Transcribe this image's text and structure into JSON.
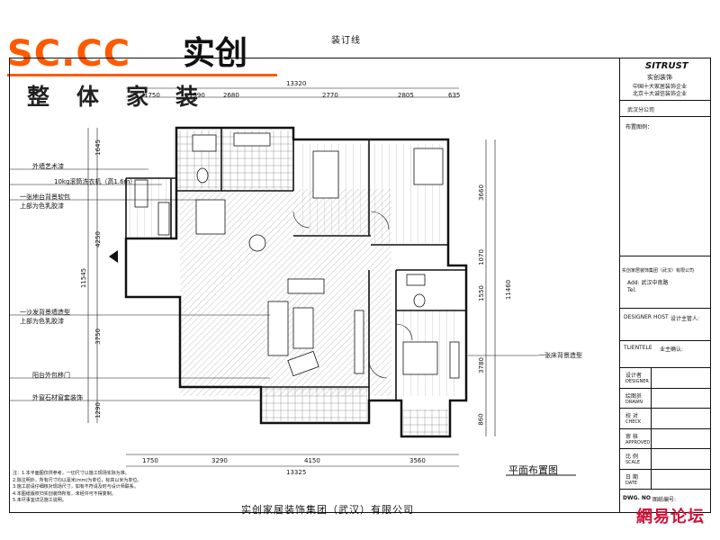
{
  "logo": {
    "text": "SC.CC",
    "chinese": "实创"
  },
  "slogan": "整体家装",
  "binding_line": "装订线",
  "title_block": {
    "brand": "SITRUST",
    "company_cn": "实创装饰",
    "motto_1": "中国十大家居装饰企业",
    "motto_2": "北京十大诚信装饰企业",
    "branch": "武汉分公司",
    "index_label": "布置图例：",
    "project_group": "实创家居装饰集团（武汉）有限公司",
    "address": "Add: 武汉中南路",
    "tel": "Tel:",
    "designer_host": "DESIGNER HOST",
    "designer_host_cn": "设计主管人:",
    "client_en": "TLIENTELE",
    "client_cn": "业主确认:",
    "rows": [
      {
        "cn": "设计者",
        "en": "DESIGNER"
      },
      {
        "cn": "绘图员",
        "en": "DRAWN"
      },
      {
        "cn": "校 对",
        "en": "CHECK"
      },
      {
        "cn": "审 核",
        "en": "APPROVED"
      },
      {
        "cn": "比 例",
        "en": "SCALE"
      },
      {
        "cn": "日 期",
        "en": "DATE"
      }
    ],
    "dwg_no": "DWG. NO",
    "dwg_no_cn": "图纸编号:"
  },
  "dimensions": {
    "top_overall": "13320",
    "top_segments": [
      "1750",
      "1590",
      "2680",
      "2770",
      "2805",
      "635"
    ],
    "bottom_segments": [
      "1750",
      "3290",
      "4150",
      "3560"
    ],
    "bottom_overall": "13325",
    "left_overall": "11545",
    "left_segments": [
      "1645",
      "4250",
      "3750",
      "1290"
    ],
    "right_overall": "11460",
    "right_segments": [
      "3660",
      "1070",
      "1550",
      "3780",
      "860"
    ]
  },
  "annotations": [
    "外墙艺术漆",
    "10kg滚筒洗衣机（高1.6m）",
    "一张地台背景软包",
    "上部为色乳胶漆",
    "一沙发背景墙造型",
    "上部为色乳胶漆",
    "阳台外包移门",
    "外窗石材窗套装饰",
    "一张床背景造型"
  ],
  "plan_title": "平面布置图",
  "footer_company": "实创家居装饰集团（武汉）有限公司",
  "notes": [
    "注：1.本平面图仅供参考，一切尺寸以施工现场实际为准。",
    "2.除注明外，所有尺寸均以毫米(mm)为单位，标高以米为单位。",
    "3.施工前请仔细核对现场尺寸，如有不符请及时与设计师联系。",
    "4.本图纸版权归实创装饰所有，未经许可不得复制。",
    "5.未尽事宜详见施工说明。"
  ],
  "watermark": "網易论坛",
  "colors": {
    "logo_orange": "#ff5a00",
    "watermark_red": "#d0123a",
    "line": "#111111"
  }
}
